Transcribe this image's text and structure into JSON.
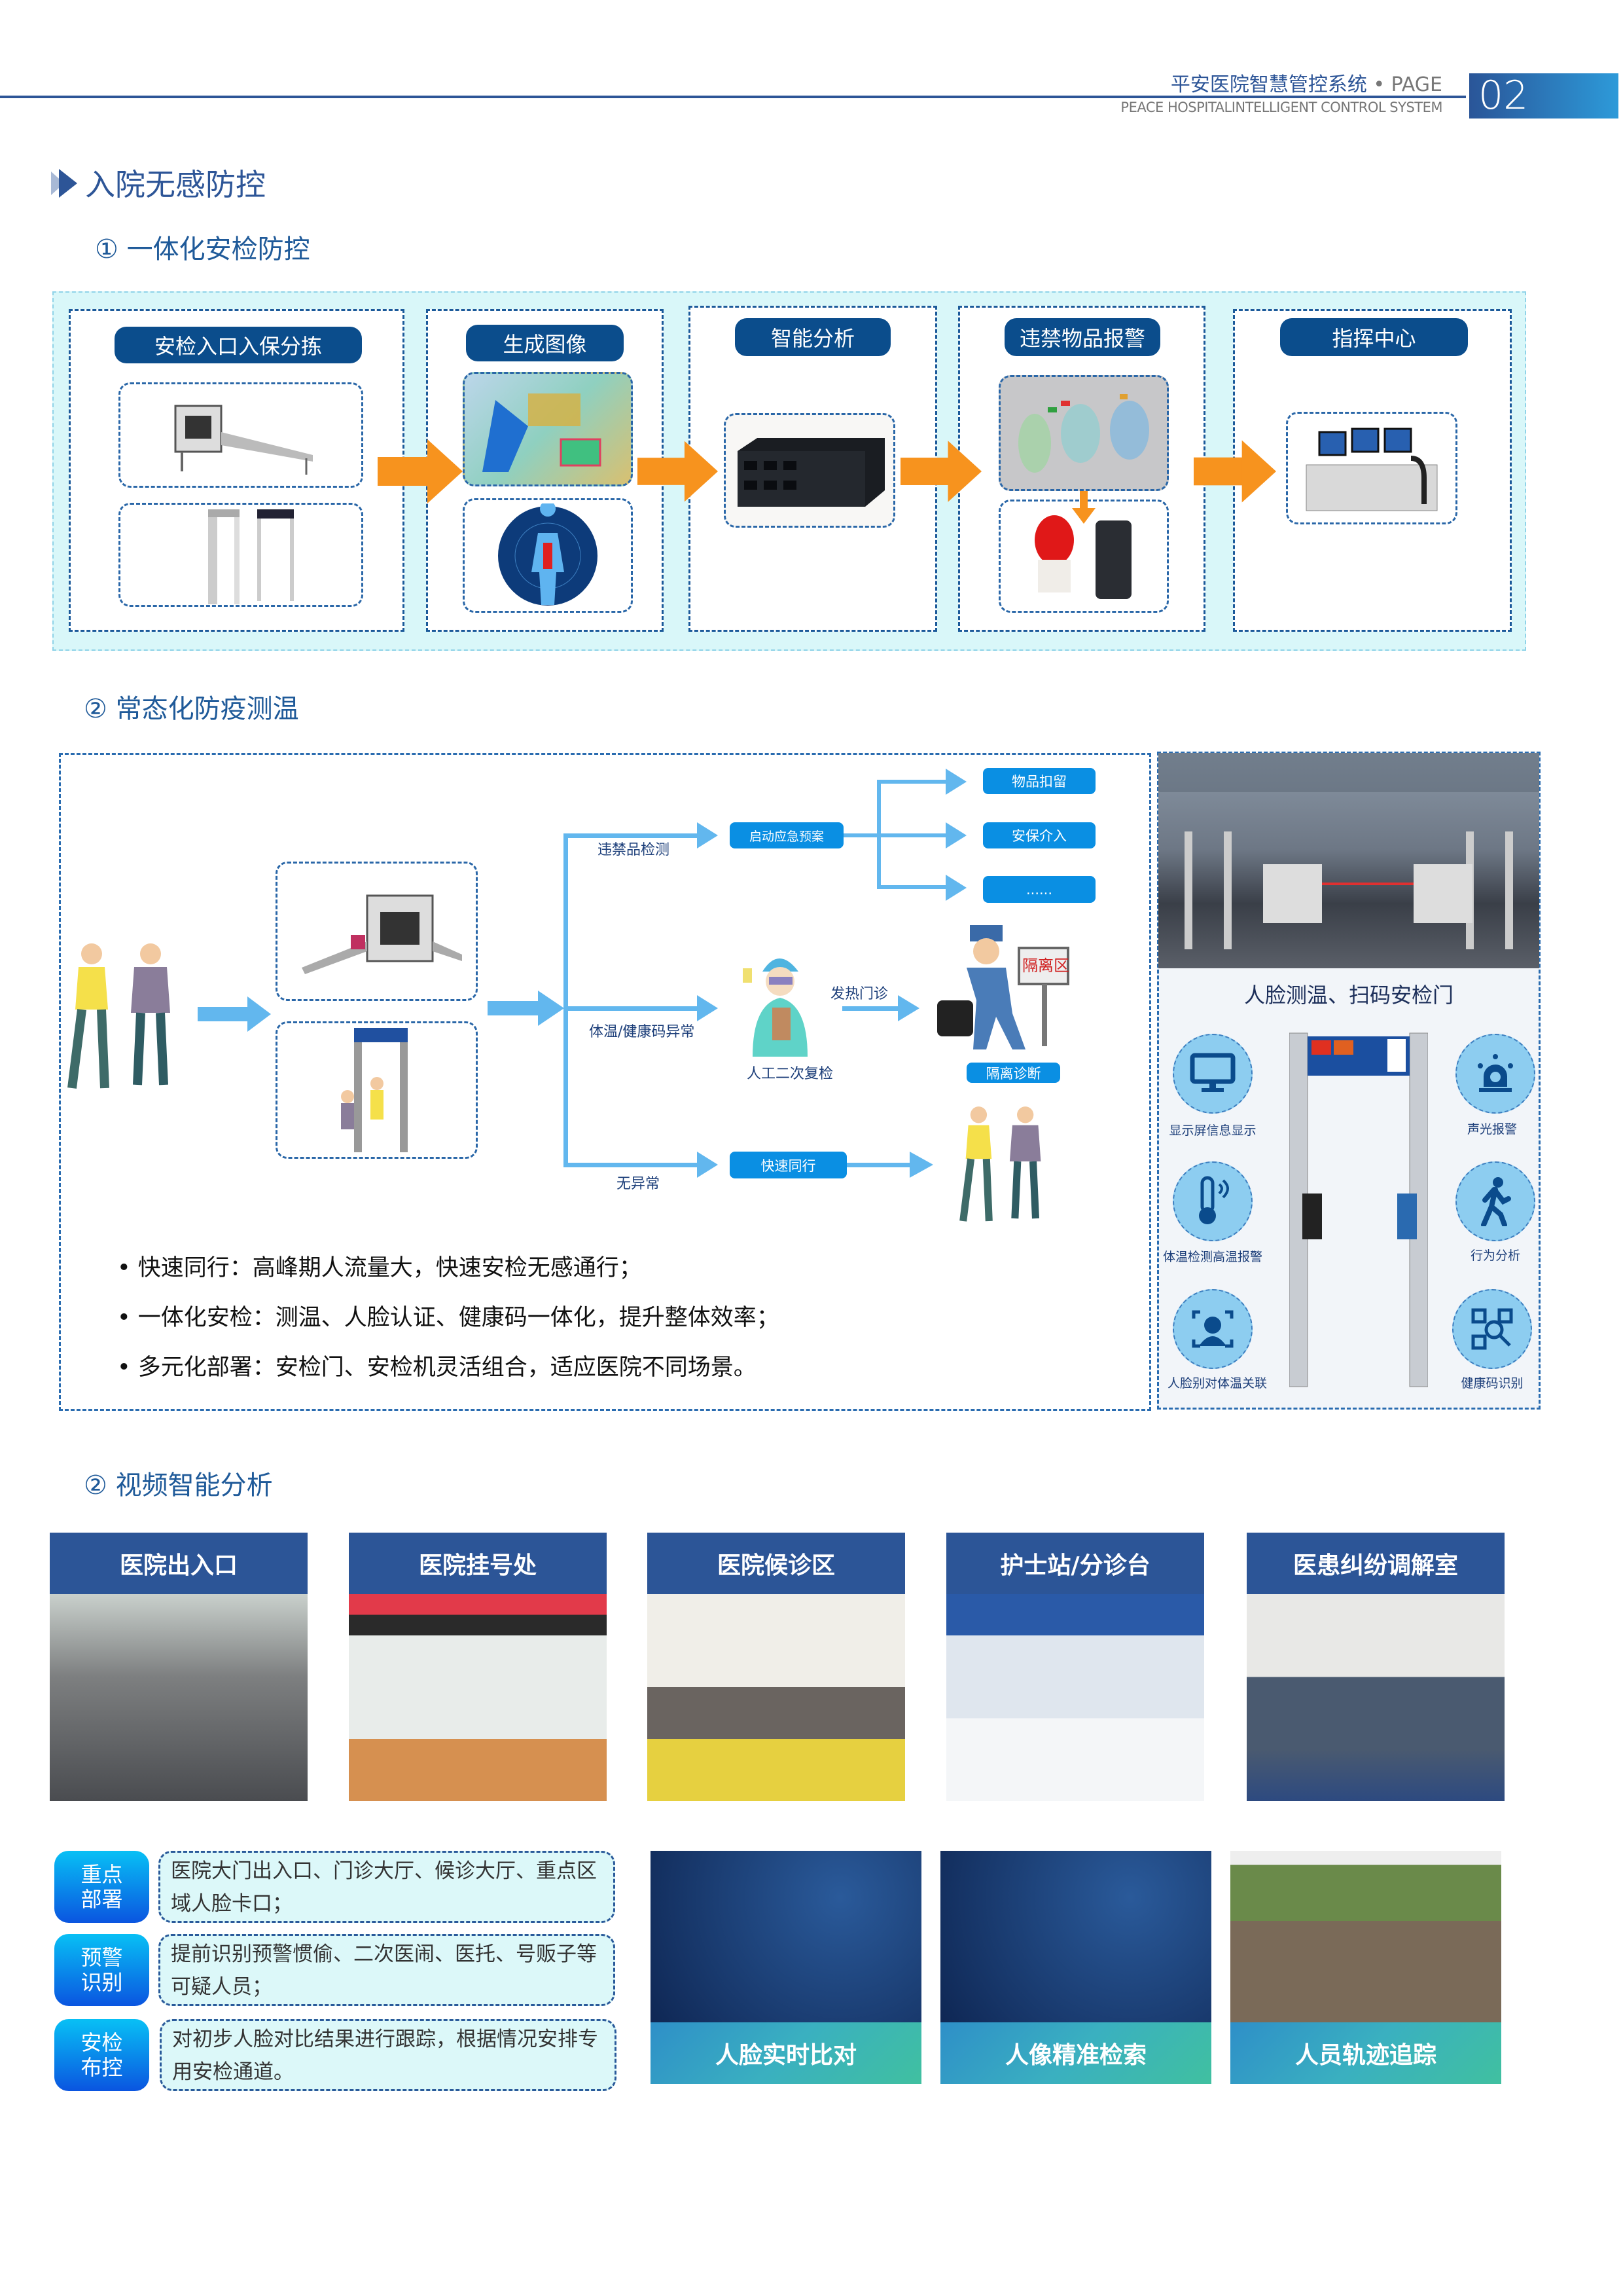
{
  "header": {
    "title_cn": "平安医院智慧管控系统",
    "dot": "•",
    "page_label": "PAGE",
    "page_number": "02",
    "subtitle_en": "PEACE HOSPITALINTELLIGENT CONTROL SYSTEM"
  },
  "section_title": "入院无感防控",
  "part1": {
    "title": "① 一体化安检防控",
    "stages": [
      {
        "label": "安检入口入保分拣"
      },
      {
        "label": "生成图像"
      },
      {
        "label": "智能分析"
      },
      {
        "label": "违禁物品报警"
      },
      {
        "label": "指挥中心"
      }
    ]
  },
  "part2": {
    "title": "② 常态化防疫测温",
    "flow": {
      "branch_contraband": "违禁品检测",
      "emergency_plan": "启动应急预案",
      "outcomes": [
        "物品扣留",
        "安保介入",
        "......"
      ],
      "branch_abnormal": "体温/健康码异常",
      "manual_recheck": "人工二次复检",
      "fever_clinic": "发热门诊",
      "isolation": "隔离诊断",
      "branch_normal": "无异常",
      "fast_pass": "快速同行"
    },
    "bullets": [
      "• 快速同行：高峰期人流量大，快速安检无感通行；",
      "• 一体化安检：测温、人脸认证、健康码一体化，提升整体效率；",
      "• 多元化部署：安检门、安检机灵活组合，适应医院不同场景。"
    ],
    "gate": {
      "title": "人脸测温、扫码安检门",
      "features": [
        "显示屏信息显示",
        "体温检测高温报警",
        "人脸别对体温关联",
        "声光报警",
        "行为分析",
        "健康码识别"
      ]
    }
  },
  "part3": {
    "title": "② 视频智能分析",
    "cameras": [
      "医院出入口",
      "医院挂号处",
      "医院候诊区",
      "护士站/分诊台",
      "医患纠纷调解室"
    ],
    "features": [
      {
        "tag": "重点部署",
        "text": "医院大门出入口、门诊大厅、候诊大厅、重点区域人脸卡口；"
      },
      {
        "tag": "预警识别",
        "text": "提前识别预警惯偷、二次医闹、医托、号贩子等可疑人员；"
      },
      {
        "tag": "安检布控",
        "text": "对初步人脸对比结果进行跟踪，根据情况安排专用安检通道。"
      }
    ],
    "screens": [
      "人脸实时比对",
      "人像精准检索",
      "人员轨迹追踪"
    ]
  },
  "colors": {
    "brand": "#2d5597",
    "accent_orange": "#f7931e",
    "flow_blue": "#0a8fe3",
    "panel_bg": "#d9f7f9"
  }
}
